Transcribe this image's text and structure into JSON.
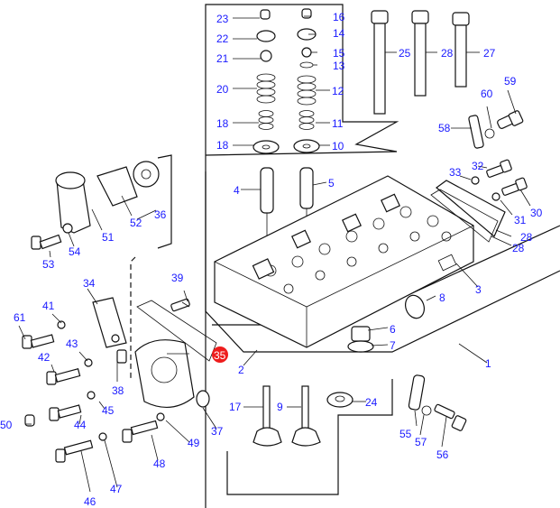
{
  "diagram": {
    "title": "Cylinder head exploded parts diagram",
    "label_color": "#1a1aff",
    "highlight_color": "#ee1c1c",
    "highlighted_part": "35",
    "labels": [
      {
        "id": "1",
        "text": "1"
      },
      {
        "id": "2",
        "text": "2"
      },
      {
        "id": "3",
        "text": "3"
      },
      {
        "id": "4",
        "text": "4"
      },
      {
        "id": "5",
        "text": "5"
      },
      {
        "id": "6",
        "text": "6"
      },
      {
        "id": "7",
        "text": "7"
      },
      {
        "id": "8",
        "text": "8"
      },
      {
        "id": "9",
        "text": "9"
      },
      {
        "id": "10",
        "text": "10"
      },
      {
        "id": "11",
        "text": "11"
      },
      {
        "id": "12",
        "text": "12"
      },
      {
        "id": "13",
        "text": "13"
      },
      {
        "id": "14",
        "text": "14"
      },
      {
        "id": "15",
        "text": "15"
      },
      {
        "id": "16",
        "text": "16"
      },
      {
        "id": "17",
        "text": "17"
      },
      {
        "id": "18a",
        "text": "18"
      },
      {
        "id": "18b",
        "text": "18"
      },
      {
        "id": "20",
        "text": "20"
      },
      {
        "id": "21",
        "text": "21"
      },
      {
        "id": "22",
        "text": "22"
      },
      {
        "id": "23",
        "text": "23"
      },
      {
        "id": "24",
        "text": "24"
      },
      {
        "id": "25",
        "text": "25"
      },
      {
        "id": "27",
        "text": "27"
      },
      {
        "id": "28a",
        "text": "28"
      },
      {
        "id": "28b",
        "text": "28"
      },
      {
        "id": "28c",
        "text": "28"
      },
      {
        "id": "30",
        "text": "30"
      },
      {
        "id": "31",
        "text": "31"
      },
      {
        "id": "32",
        "text": "32"
      },
      {
        "id": "33",
        "text": "33"
      },
      {
        "id": "34",
        "text": "34"
      },
      {
        "id": "35",
        "text": "35"
      },
      {
        "id": "36",
        "text": "36"
      },
      {
        "id": "37",
        "text": "37"
      },
      {
        "id": "38",
        "text": "38"
      },
      {
        "id": "39",
        "text": "39"
      },
      {
        "id": "41",
        "text": "41"
      },
      {
        "id": "42",
        "text": "42"
      },
      {
        "id": "43",
        "text": "43"
      },
      {
        "id": "44",
        "text": "44"
      },
      {
        "id": "45",
        "text": "45"
      },
      {
        "id": "46",
        "text": "46"
      },
      {
        "id": "47",
        "text": "47"
      },
      {
        "id": "48",
        "text": "48"
      },
      {
        "id": "49",
        "text": "49"
      },
      {
        "id": "50",
        "text": "50"
      },
      {
        "id": "51",
        "text": "51"
      },
      {
        "id": "52",
        "text": "52"
      },
      {
        "id": "53",
        "text": "53"
      },
      {
        "id": "54",
        "text": "54"
      },
      {
        "id": "55",
        "text": "55"
      },
      {
        "id": "56",
        "text": "56"
      },
      {
        "id": "57",
        "text": "57"
      },
      {
        "id": "58",
        "text": "58"
      },
      {
        "id": "59",
        "text": "59"
      },
      {
        "id": "60",
        "text": "60"
      },
      {
        "id": "61",
        "text": "61"
      }
    ]
  }
}
